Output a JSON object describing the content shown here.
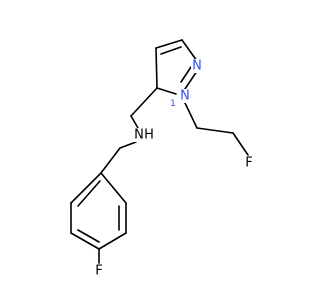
{
  "molecule": {
    "atoms": {
      "n_pyrazole_2": {
        "symbol": "N",
        "color": "#3050F8"
      },
      "n_pyrazole_1": {
        "symbol": "N",
        "color": "#3050F8",
        "locant": "1"
      },
      "amine": {
        "symbol": "N",
        "h": "H",
        "color": "#000000"
      },
      "fluoro_ethyl": {
        "symbol": "F",
        "color": "#000000"
      },
      "fluoro_aryl": {
        "symbol": "F",
        "color": "#000000"
      }
    }
  }
}
